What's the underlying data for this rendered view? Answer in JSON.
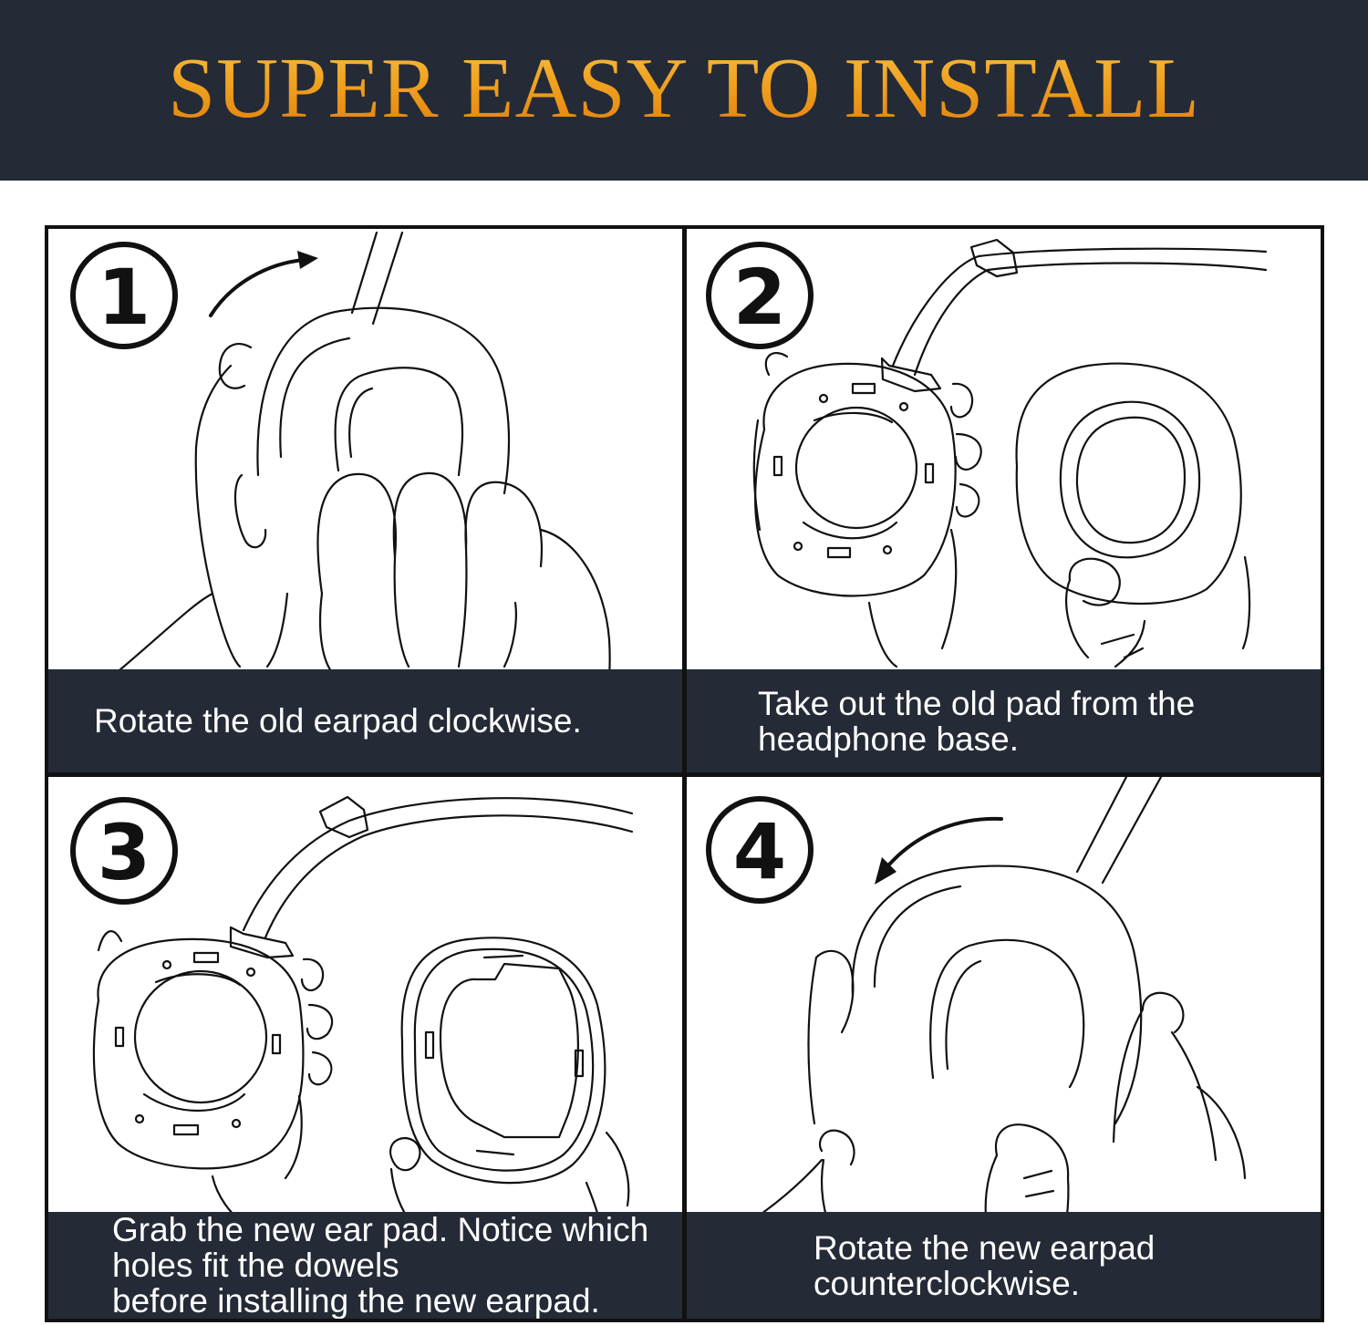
{
  "banner": {
    "title": "SUPER EASY TO INSTALL",
    "gradient_colors": [
      "#f6c04a",
      "#e07b0c"
    ],
    "background": "#252a37"
  },
  "steps": [
    {
      "number": "1",
      "caption": "Rotate the old earpad clockwise."
    },
    {
      "number": "2",
      "caption": "Take out the old pad from the\nheadphone base."
    },
    {
      "number": "3",
      "caption": "Grab the new ear pad. Notice which\nholes fit the dowels\nbefore installing the new earpad."
    },
    {
      "number": "4",
      "caption": "Rotate the new earpad\ncounterclockwise."
    }
  ]
}
